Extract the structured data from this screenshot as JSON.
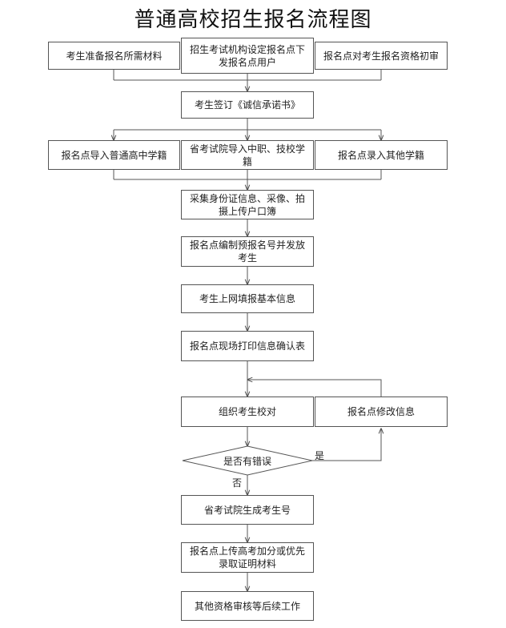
{
  "title": "普通高校招生报名流程图",
  "steps": {
    "prepare_materials": "考生准备报名所需材料",
    "institution_setup": "招生考试机构设定报名点下发报名点用户",
    "initial_review": "报名点对考生报名资格初审",
    "sign_letter": "考生签订《诚信承诺书》",
    "import_high_school": "报名点导入普通高中学籍",
    "import_vocational": "省考试院导入中职、技校学籍",
    "enter_other": "报名点录入其他学籍",
    "collect_info": "采集身份证信息、采像、拍摄上传户口簿",
    "assign_number": "报名点编制预报名号并发放考生",
    "fill_online": "考生上网填报基本信息",
    "print_form": "报名点现场打印信息确认表",
    "organize_check": "组织考生校对",
    "modify_info": "报名点修改信息",
    "generate_number": "省考试院生成考生号",
    "upload_bonus": "报名点上传高考加分或优先录取证明材料",
    "follow_up": "其他资格审核等后续工作"
  },
  "decision": {
    "text": "是否有错误",
    "yes": "是",
    "no": "否"
  }
}
